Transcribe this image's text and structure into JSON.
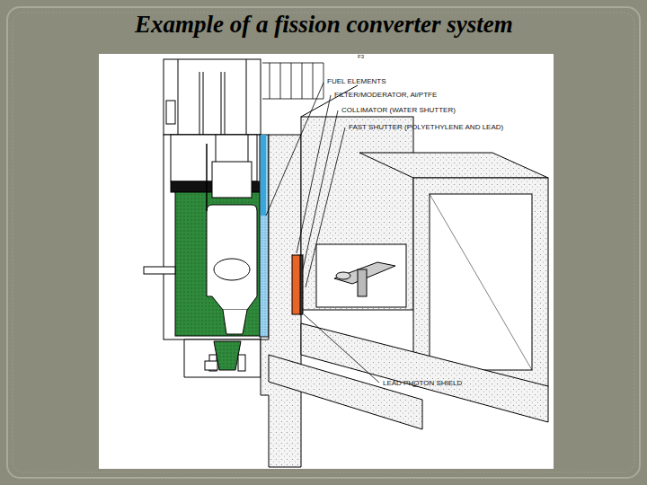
{
  "diagram": {
    "title": "Example of a fission converter system",
    "labels": [
      "F3",
      "FUEL ELEMENTS",
      "FILTER/MODERATOR, Al/PTFE",
      "COLLIMATOR (WATER SHUTTER)",
      "FAST SHUTTER (POLYETHYLENE AND LEAD)",
      "LEAD PHOTON SHIELD"
    ]
  }
}
